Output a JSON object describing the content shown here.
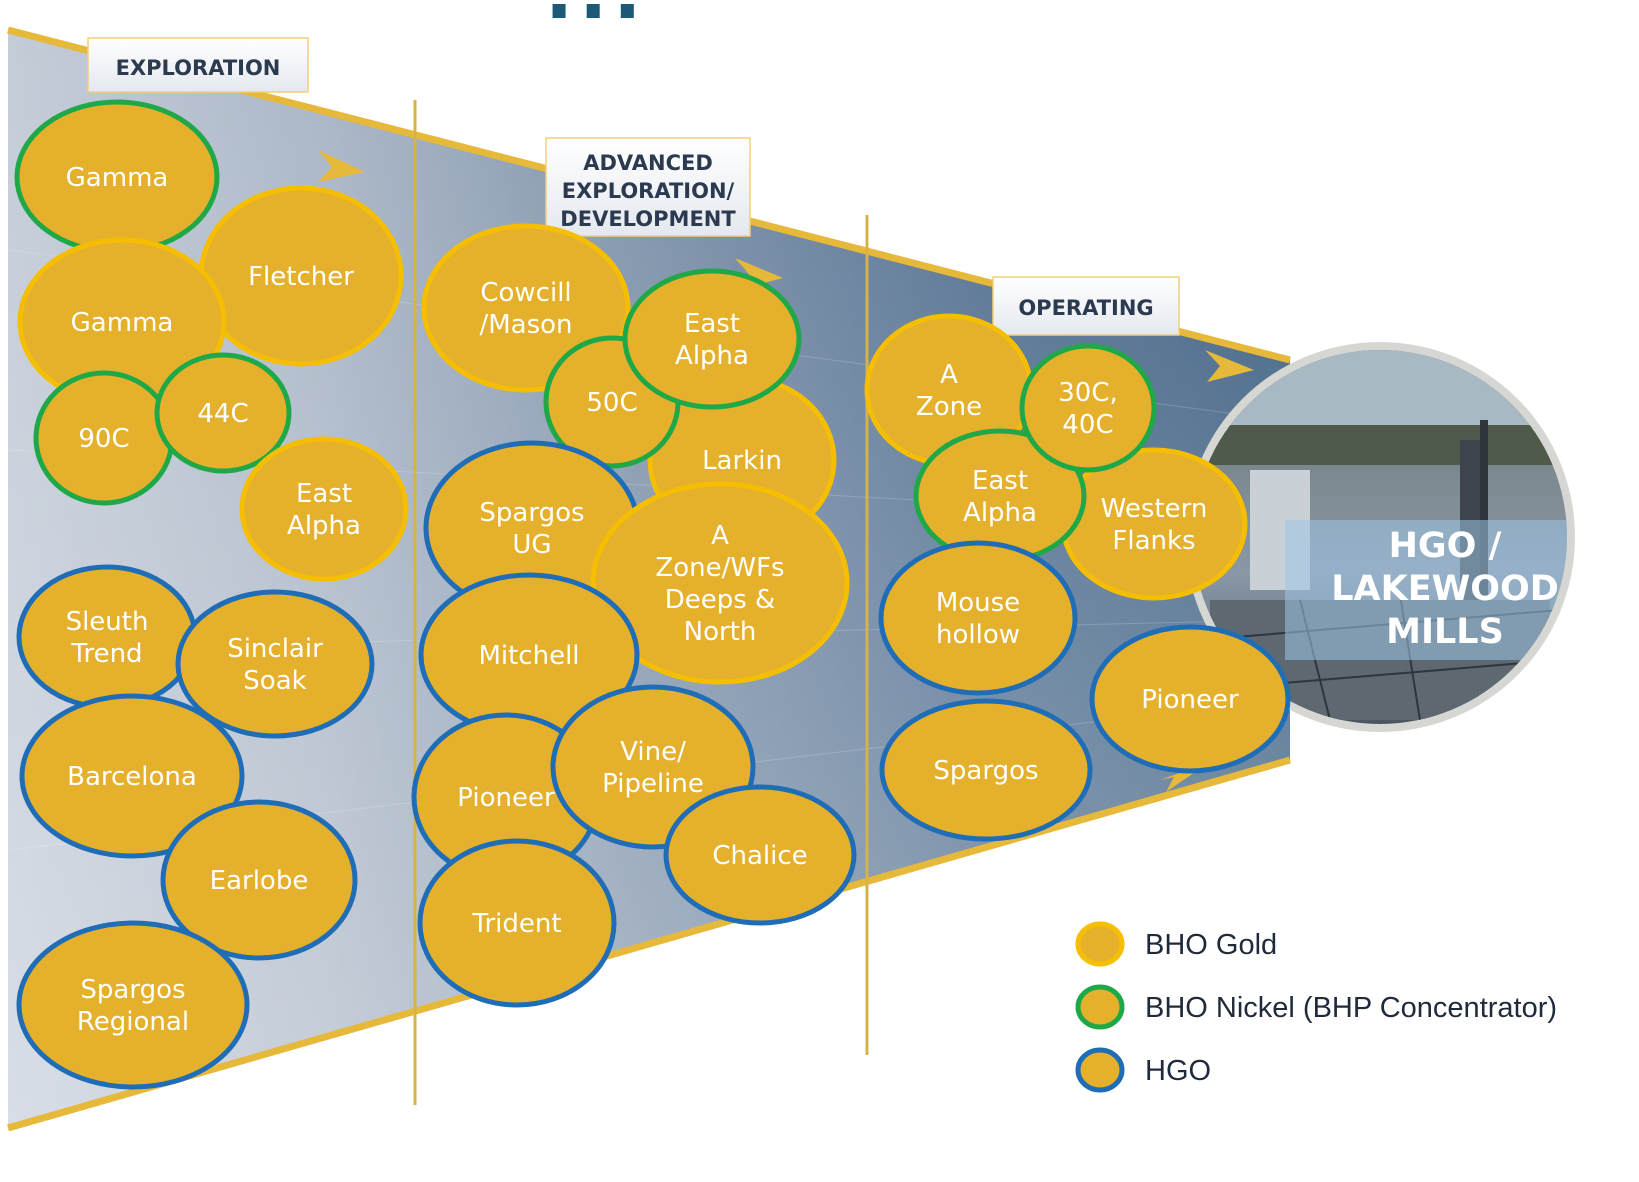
{
  "title_partial": "...",
  "stages": {
    "exploration": "EXPLORATION",
    "advanced": [
      "ADVANCED",
      "EXPLORATION/",
      "DEVELOPMENT"
    ],
    "operating": "OPERATING"
  },
  "mills": [
    "HGO /",
    "LAKEWOOD",
    "MILLS"
  ],
  "colors": {
    "bubble_fill": "#E5B12D",
    "bho_gold_ring": "#F6BE00",
    "bho_nickel_ring": "#1FA847",
    "hgo_ring": "#1F6DB6"
  },
  "legend": [
    {
      "type": "gold",
      "label": "BHO Gold"
    },
    {
      "type": "nickel",
      "label": "BHO Nickel (BHP Concentrator)"
    },
    {
      "type": "hgo",
      "label": "HGO"
    }
  ],
  "projects": [
    {
      "lines": [
        "Gamma"
      ],
      "type": "nickel"
    },
    {
      "lines": [
        "Fletcher"
      ],
      "type": "gold"
    },
    {
      "lines": [
        "Gamma"
      ],
      "type": "gold"
    },
    {
      "lines": [
        "90C"
      ],
      "type": "nickel"
    },
    {
      "lines": [
        "44C"
      ],
      "type": "nickel"
    },
    {
      "lines": [
        "East",
        "Alpha"
      ],
      "type": "gold"
    },
    {
      "lines": [
        "Sleuth",
        "Trend"
      ],
      "type": "hgo"
    },
    {
      "lines": [
        "Sinclair",
        "Soak"
      ],
      "type": "hgo"
    },
    {
      "lines": [
        "Barcelona"
      ],
      "type": "hgo"
    },
    {
      "lines": [
        "Earlobe"
      ],
      "type": "hgo"
    },
    {
      "lines": [
        "Spargos",
        "Regional"
      ],
      "type": "hgo"
    },
    {
      "lines": [
        "Cowcill",
        "/Mason"
      ],
      "type": "gold"
    },
    {
      "lines": [
        "Larkin"
      ],
      "type": "gold"
    },
    {
      "lines": [
        "50C"
      ],
      "type": "nickel"
    },
    {
      "lines": [
        "East",
        "Alpha"
      ],
      "type": "nickel"
    },
    {
      "lines": [
        "Spargos",
        "UG"
      ],
      "type": "hgo"
    },
    {
      "lines": [
        "A",
        "Zone/WFs",
        "Deeps &",
        "North"
      ],
      "type": "gold"
    },
    {
      "lines": [
        "Mitchell"
      ],
      "type": "hgo"
    },
    {
      "lines": [
        "Pioneer"
      ],
      "type": "hgo"
    },
    {
      "lines": [
        "Vine/",
        "Pipeline"
      ],
      "type": "hgo"
    },
    {
      "lines": [
        "Chalice"
      ],
      "type": "hgo"
    },
    {
      "lines": [
        "Trident"
      ],
      "type": "hgo"
    },
    {
      "lines": [
        "A",
        "Zone"
      ],
      "type": "gold"
    },
    {
      "lines": [
        "Western",
        "Flanks"
      ],
      "type": "gold"
    },
    {
      "lines": [
        "East",
        "Alpha"
      ],
      "type": "nickel"
    },
    {
      "lines": [
        "30C,",
        "40C"
      ],
      "type": "nickel"
    },
    {
      "lines": [
        "Mouse",
        "hollow"
      ],
      "type": "hgo"
    },
    {
      "lines": [
        "Pioneer"
      ],
      "type": "hgo"
    },
    {
      "lines": [
        "Spargos"
      ],
      "type": "hgo"
    }
  ]
}
